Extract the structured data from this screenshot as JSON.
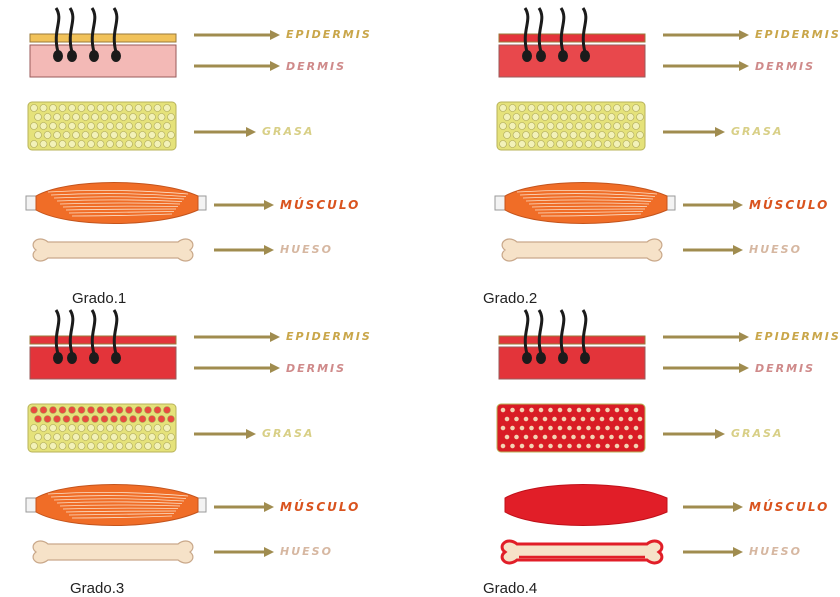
{
  "labels": {
    "epidermis": "EPIDERMIS",
    "dermis": "DERMIS",
    "grasa": "GRASA",
    "musculo": "MÚSCULO",
    "hueso": "HUESO"
  },
  "panels": [
    {
      "grade": "Grado.1",
      "epidermis_color": "#f1c25a",
      "dermis_color": "#f3b9b6",
      "fat_color": "#e5e27a",
      "fat_damage": "none",
      "muscle_color": "#f06d27",
      "bone_damaged": false
    },
    {
      "grade": "Grado.2",
      "epidermis_color": "#e4343b",
      "dermis_color": "#e8484c",
      "fat_color": "#e5e27a",
      "fat_damage": "none",
      "muscle_color": "#f06d27",
      "bone_damaged": false
    },
    {
      "grade": "Grado.3",
      "epidermis_color": "#e3343a",
      "dermis_color": "#e3343a",
      "fat_color": "#e5e27a",
      "fat_damage": "partial",
      "muscle_color": "#f06d27",
      "bone_damaged": false
    },
    {
      "grade": "Grado.4",
      "epidermis_color": "#e3343a",
      "dermis_color": "#e3343a",
      "fat_color": "#d91c25",
      "fat_damage": "full",
      "muscle_color": "#e11e28",
      "bone_damaged": true
    }
  ],
  "colors": {
    "arrow": "#a08c4f",
    "hair": "#1b1b1b",
    "bone": "#f6e2c8",
    "bone_outline": "#c9a88a"
  }
}
